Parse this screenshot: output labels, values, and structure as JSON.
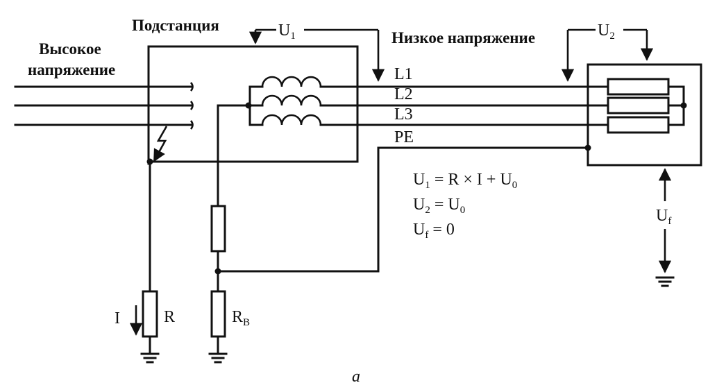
{
  "labels": {
    "high_voltage_line1": "Высокое",
    "high_voltage_line2": "напряжение",
    "substation": "Подстанция",
    "low_voltage": "Низкое напряжение",
    "u1_base": "U",
    "u1_sub": "1",
    "u2_base": "U",
    "u2_sub": "2",
    "uf_base": "U",
    "uf_sub": "f",
    "l1": "L1",
    "l2": "L2",
    "l3": "L3",
    "pe": "PE",
    "current": "I",
    "r": "R",
    "rb_base": "R",
    "rb_sub": "B",
    "caption": "a"
  },
  "equations": [
    {
      "lhs_base": "U",
      "lhs_sub": "1",
      "rhs_a": " = R × I + U",
      "rhs_sub": "0"
    },
    {
      "lhs_base": "U",
      "lhs_sub": "2",
      "rhs_a": " = U",
      "rhs_sub": "0"
    },
    {
      "lhs_base": "U",
      "lhs_sub": "f",
      "rhs_a": " = 0",
      "rhs_sub": ""
    }
  ]
}
